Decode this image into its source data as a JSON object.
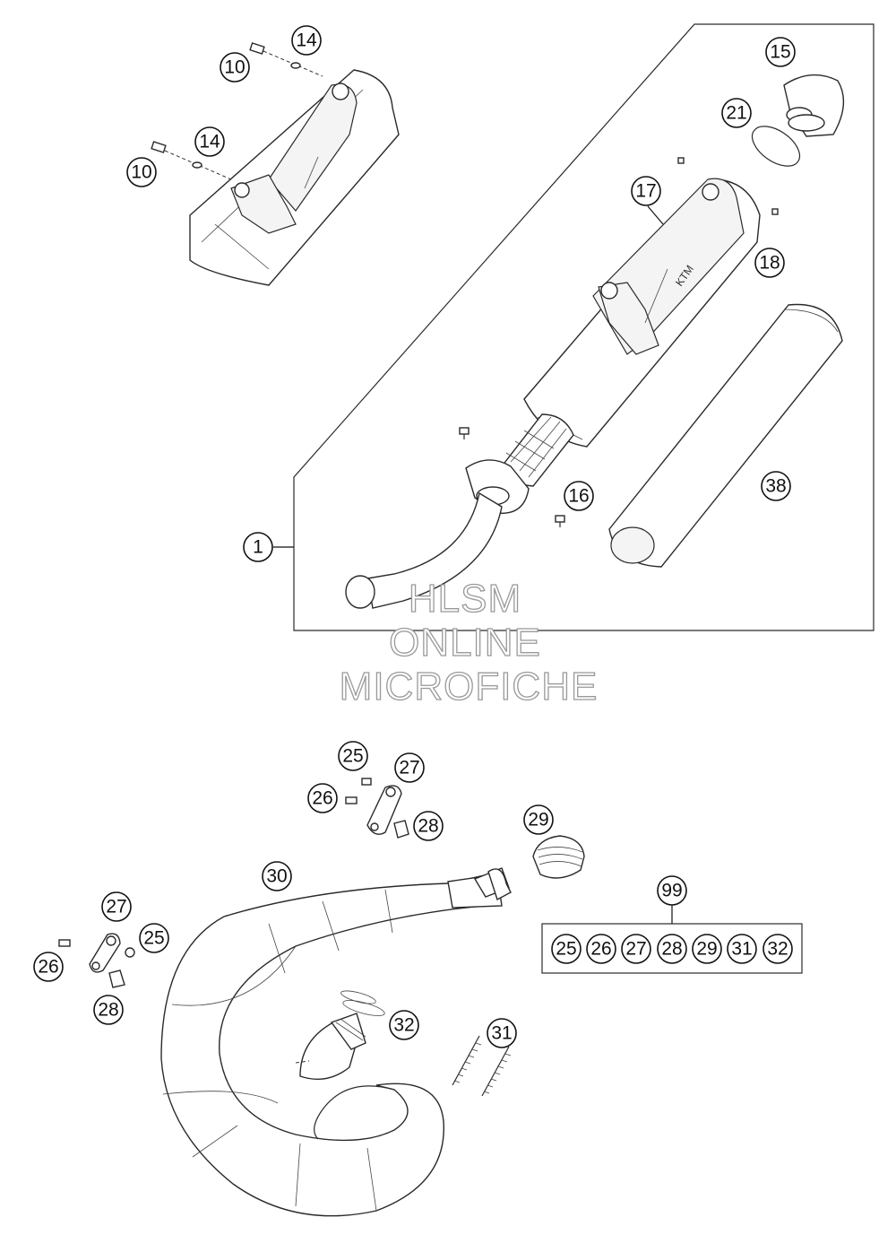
{
  "watermark": {
    "line1": "HLSM",
    "line2": "ONLINE",
    "line3": "MICROFICHE"
  },
  "callouts": {
    "c1": "1",
    "c10a": "10",
    "c10b": "10",
    "c14a": "14",
    "c14b": "14",
    "c15": "15",
    "c16": "16",
    "c17": "17",
    "c18": "18",
    "c21": "21",
    "c25a": "25",
    "c25b": "25",
    "c26a": "26",
    "c26b": "26",
    "c27a": "27",
    "c27b": "27",
    "c28a": "28",
    "c28b": "28",
    "c29": "29",
    "c30": "30",
    "c31": "31",
    "c32": "32",
    "c38": "38",
    "c99": "99"
  },
  "kit_99_contents": [
    "25",
    "26",
    "27",
    "28",
    "29",
    "31",
    "32"
  ]
}
